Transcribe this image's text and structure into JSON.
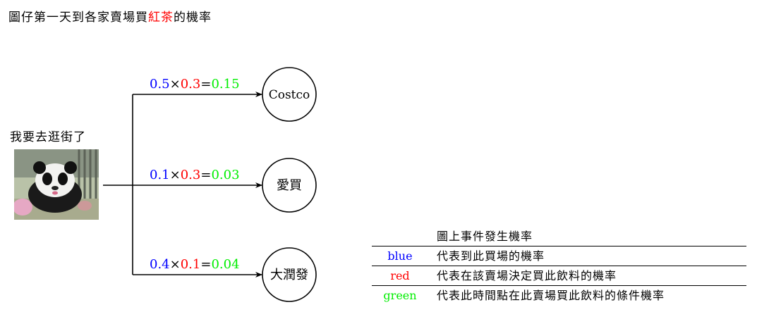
{
  "title": {
    "prefix": "圖仔第一天到各家賣場買",
    "highlight": "紅茶",
    "suffix": "的機率"
  },
  "person_label": "我要去逛街了",
  "person_image": "panda-photo",
  "colors": {
    "blue": "#0000ff",
    "red": "#ff0000",
    "green": "#00ee00"
  },
  "branches": [
    {
      "store": "Costco",
      "p_store": "0.5",
      "p_buy": "0.3",
      "p_joint": "0.15"
    },
    {
      "store": "愛買",
      "p_store": "0.1",
      "p_buy": "0.3",
      "p_joint": "0.03"
    },
    {
      "store": "大潤發",
      "p_store": "0.4",
      "p_buy": "0.1",
      "p_joint": "0.04"
    }
  ],
  "operators": {
    "times": "×",
    "equals": "="
  },
  "legend": {
    "header": "圖上事件發生機率",
    "rows": [
      {
        "key": "blue",
        "desc": "代表到此買場的機率"
      },
      {
        "key": "red",
        "desc": "代表在該賣場決定買此飲料的機率"
      },
      {
        "key": "green",
        "desc": "代表此時間點在此賣場買此飲料的條件機率"
      }
    ]
  }
}
